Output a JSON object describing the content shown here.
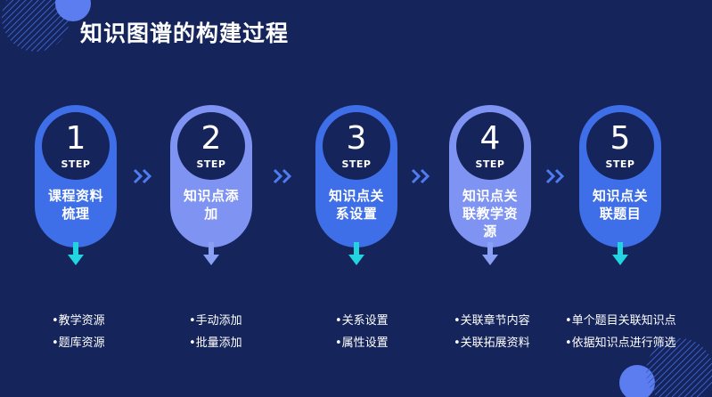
{
  "title": "知识图谱的构建过程",
  "steps": [
    {
      "number": "1",
      "step_label": "STEP",
      "name": "课程资料梳理",
      "color": "#3e6ee8",
      "bullets": [
        "•教学资源",
        "•题库资源"
      ]
    },
    {
      "number": "2",
      "step_label": "STEP",
      "name": "知识点添加",
      "color": "#7f93f2",
      "bullets": [
        "•手动添加",
        "•批量添加"
      ]
    },
    {
      "number": "3",
      "step_label": "STEP",
      "name": "知识点关系设置",
      "color": "#3e6ee8",
      "bullets": [
        "•关系设置",
        "•属性设置"
      ]
    },
    {
      "number": "4",
      "step_label": "STEP",
      "name": "知识点关联教学资源",
      "color": "#7f93f2",
      "bullets": [
        "•关联章节内容",
        "•关联拓展资料"
      ]
    },
    {
      "number": "5",
      "step_label": "STEP",
      "name": "知识点关联题目",
      "color": "#3e6ee8",
      "bullets": [
        "•单个题目关联知识点",
        "•依据知识点进行筛选"
      ]
    }
  ],
  "colors": {
    "background": "#15245a",
    "arrow_cyan": "#22d3e0",
    "arrow_lavender": "#8aa0f5",
    "chevron": "#4f7cf0"
  }
}
